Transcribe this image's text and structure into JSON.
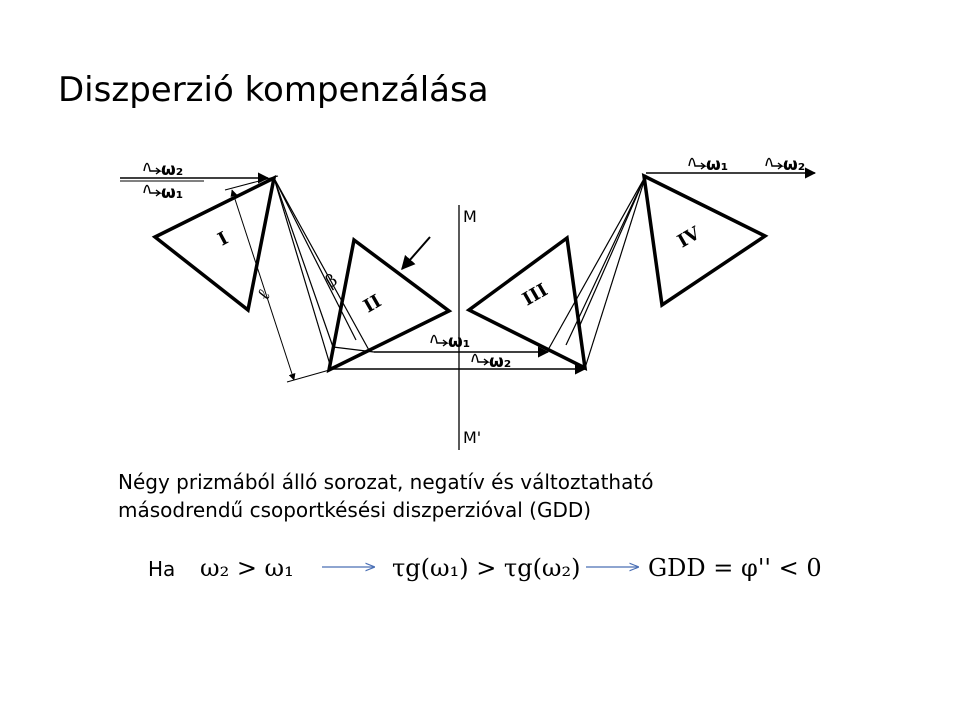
{
  "slide": {
    "title": "Diszperzió kompenzálása",
    "caption_line1": "Négy prizmából álló sorozat, negatív és változtatható",
    "caption_line2": "másodrendű csoportkésési diszperzióval (GDD)"
  },
  "diagram": {
    "mirror_top": "M",
    "mirror_bottom": "M'",
    "prism_labels": [
      "I",
      "II",
      "III",
      "IV"
    ],
    "angle_label": "β",
    "length_label": "ℓ",
    "pulse_labels": {
      "input_top": "ω₂",
      "input_bottom": "ω₁",
      "output_1": "ω₁",
      "output_2": "ω₂",
      "middle_1": "ω₁",
      "middle_2": "ω₂"
    }
  },
  "formula": {
    "prefix": "Ha",
    "part1": "ω₂ > ω₁",
    "part2": "τg(ω₁) > τg(ω₂)",
    "part3": "GDD = φ'' < 0"
  }
}
